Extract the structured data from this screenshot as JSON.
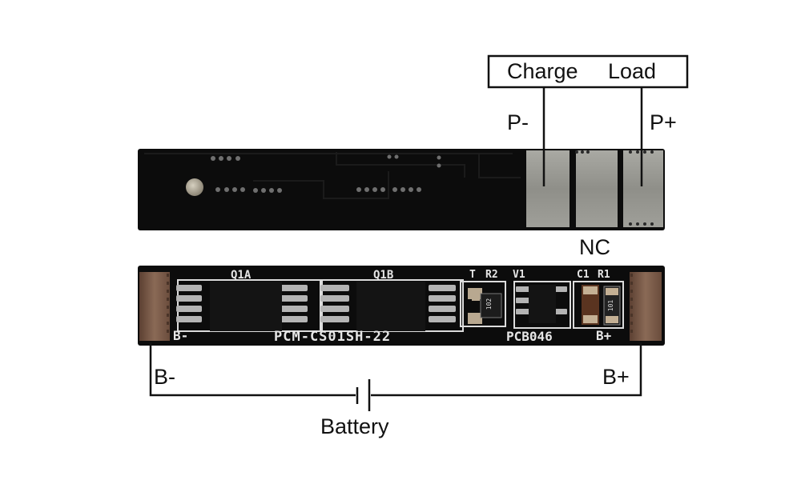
{
  "labels": {
    "charge": "Charge",
    "load": "Load",
    "p_minus": "P-",
    "p_plus": "P+",
    "nc": "NC",
    "b_minus": "B-",
    "b_plus": "B+",
    "battery": "Battery"
  },
  "silkscreen": {
    "q1a": "Q1A",
    "q1b": "Q1B",
    "t": "T",
    "r2": "R2",
    "v1": "V1",
    "c1": "C1",
    "r1": "R1",
    "b_minus": "B-",
    "b_plus": "B+",
    "model": "PCM-CS01SH-22",
    "pcb": "PCB046",
    "r2_code": "102",
    "r1_code": "101"
  },
  "colors": {
    "board": "#0c0c0c",
    "pad_gray": "#9b9b95",
    "pad_copper": "#7a5a48",
    "silk": "#e8e8e8",
    "wire": "#111111"
  }
}
